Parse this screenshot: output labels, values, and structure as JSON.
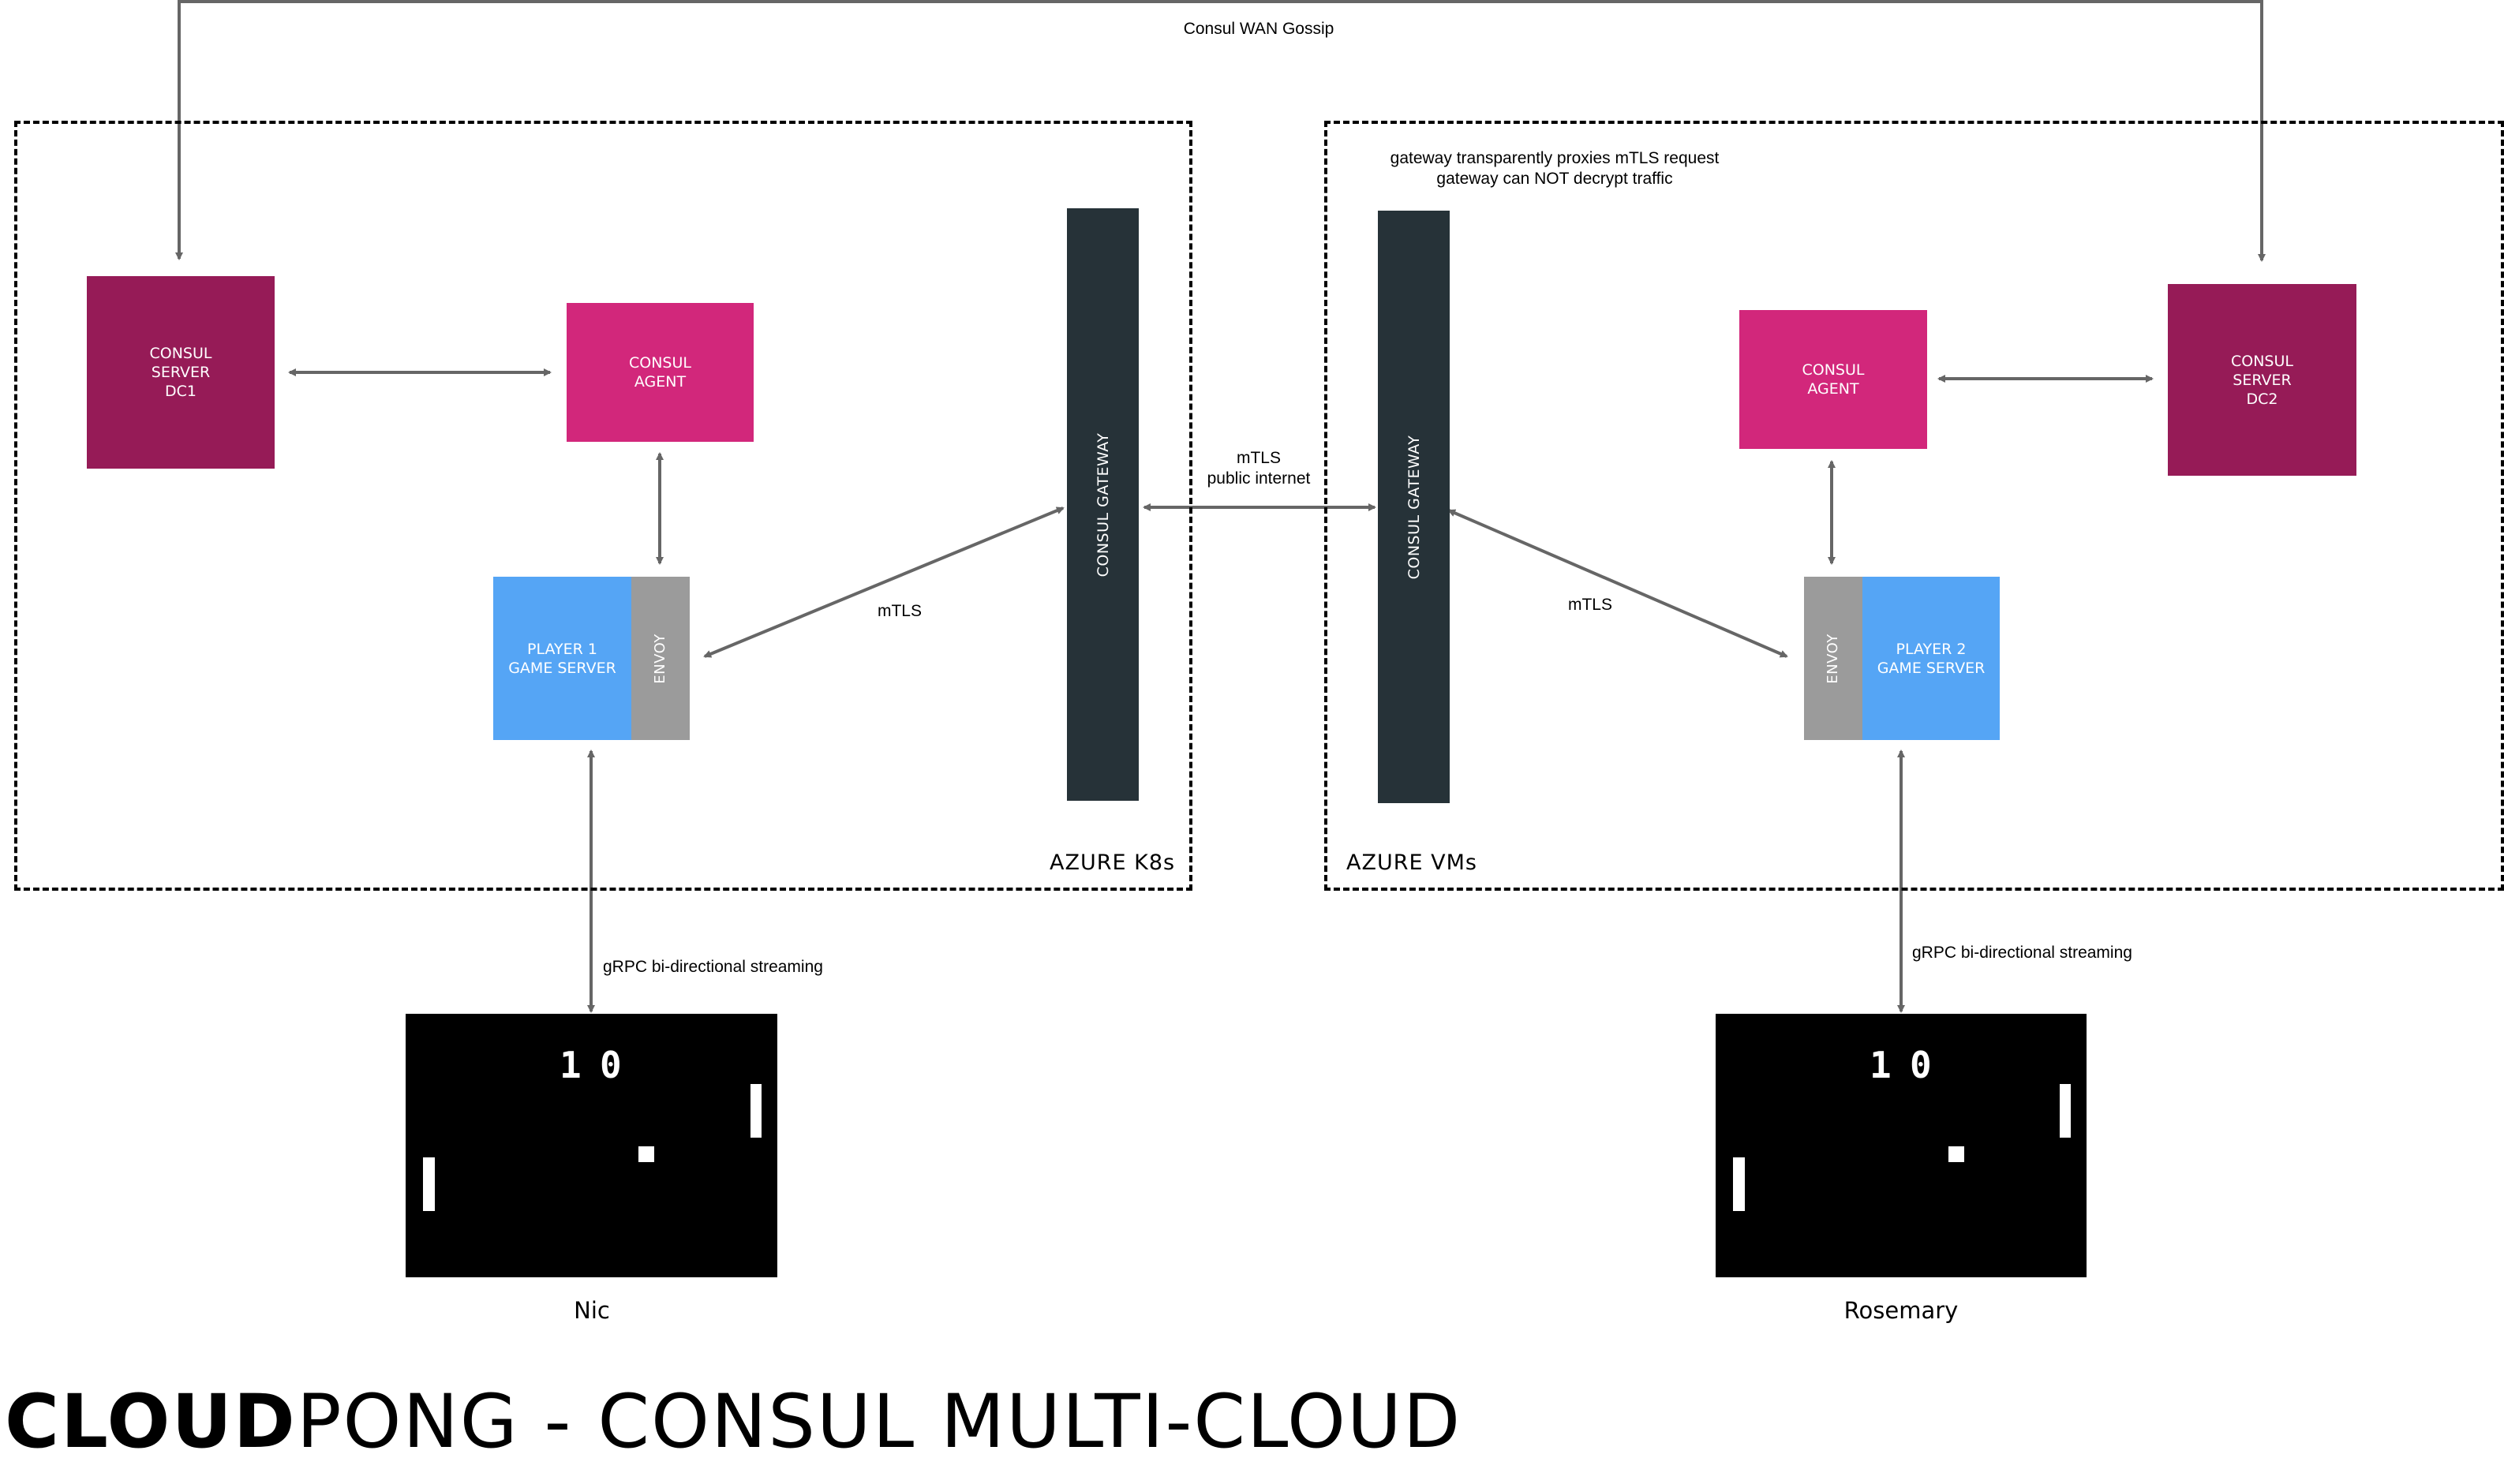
{
  "title": {
    "bold": "CLOUD",
    "rest": "PONG - CONSUL MULTI-CLOUD"
  },
  "wan_gossip_label": "Consul WAN Gossip",
  "regions": {
    "left": "AZURE K8s",
    "right": "AZURE VMs"
  },
  "gateway_note": {
    "line1": "gateway transparently proxies mTLS request",
    "line2": "gateway can NOT decrypt traffic"
  },
  "left": {
    "consul_server": "CONSUL\nSERVER\nDC1",
    "consul_agent": "CONSUL\nAGENT",
    "player_server": "PLAYER 1\nGAME SERVER",
    "envoy": "ENVOY",
    "gateway": "CONSUL GATEWAY",
    "mtls_label": "mTLS",
    "grpc_label": "gRPC bi-directional streaming",
    "game": {
      "score_left": "1",
      "score_right": "0"
    },
    "player_name": "Nic"
  },
  "right": {
    "consul_server": "CONSUL\nSERVER\nDC2",
    "consul_agent": "CONSUL\nAGENT",
    "player_server": "PLAYER 2\nGAME SERVER",
    "envoy": "ENVOY",
    "gateway": "CONSUL GATEWAY",
    "mtls_label": "mTLS",
    "grpc_label": "gRPC bi-directional streaming",
    "game": {
      "score_left": "1",
      "score_right": "0"
    },
    "player_name": "Rosemary"
  },
  "between_gateways": {
    "line1": "mTLS",
    "line2": "public internet"
  },
  "colors": {
    "consul_server": "#961b57",
    "consul_agent": "#d2277b",
    "game_server": "#55a5f5",
    "envoy": "#9b9b9b",
    "gateway": "#263238",
    "arrow": "#666666"
  }
}
